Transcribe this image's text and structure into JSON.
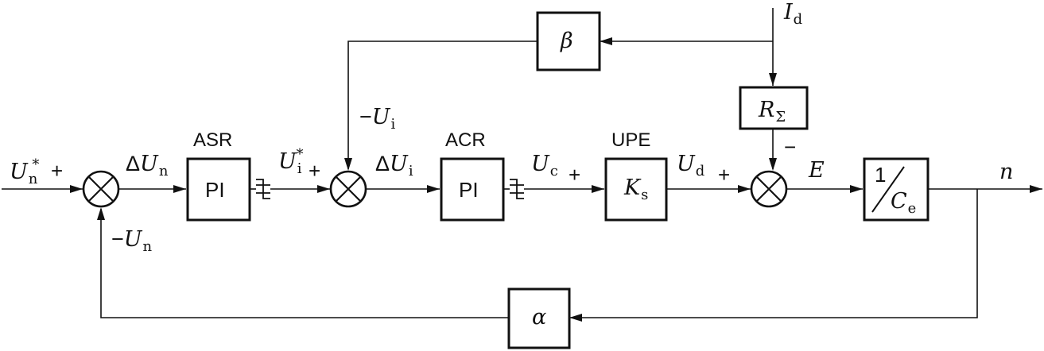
{
  "blocks": {
    "asr": {
      "title": "ASR",
      "content": "PI"
    },
    "acr": {
      "title": "ACR",
      "content": "PI"
    },
    "upe": {
      "title": "UPE",
      "content_main": "K",
      "content_sub": "s"
    },
    "beta": {
      "content": "β"
    },
    "alpha": {
      "content": "α"
    },
    "r_sigma": {
      "content_main": "R",
      "content_sub": "Σ"
    },
    "ce": {
      "numerator": "1",
      "denominator_main": "C",
      "denominator_sub": "e"
    }
  },
  "signals": {
    "un_ref": {
      "main": "U",
      "sub": "n",
      "sup": "*"
    },
    "delta_un": {
      "prefix": "Δ",
      "main": "U",
      "sub": "n"
    },
    "ui_ref": {
      "main": "U",
      "sub": "i",
      "sup": "*"
    },
    "neg_ui": {
      "prefix": "−",
      "main": "U",
      "sub": "i"
    },
    "delta_ui": {
      "prefix": "Δ",
      "main": "U",
      "sub": "i"
    },
    "uc": {
      "main": "U",
      "sub": "c"
    },
    "ud": {
      "main": "U",
      "sub": "d"
    },
    "id": {
      "main": "I",
      "sub": "d"
    },
    "e": {
      "main": "E"
    },
    "n": {
      "main": "n"
    },
    "neg_un": {
      "prefix": "−",
      "main": "U",
      "sub": "n"
    }
  },
  "signs": {
    "sum1_ref": "+",
    "sum2_ref": "+",
    "uc_plus": "+",
    "ud_plus": "+",
    "r_sigma_minus": "−"
  }
}
